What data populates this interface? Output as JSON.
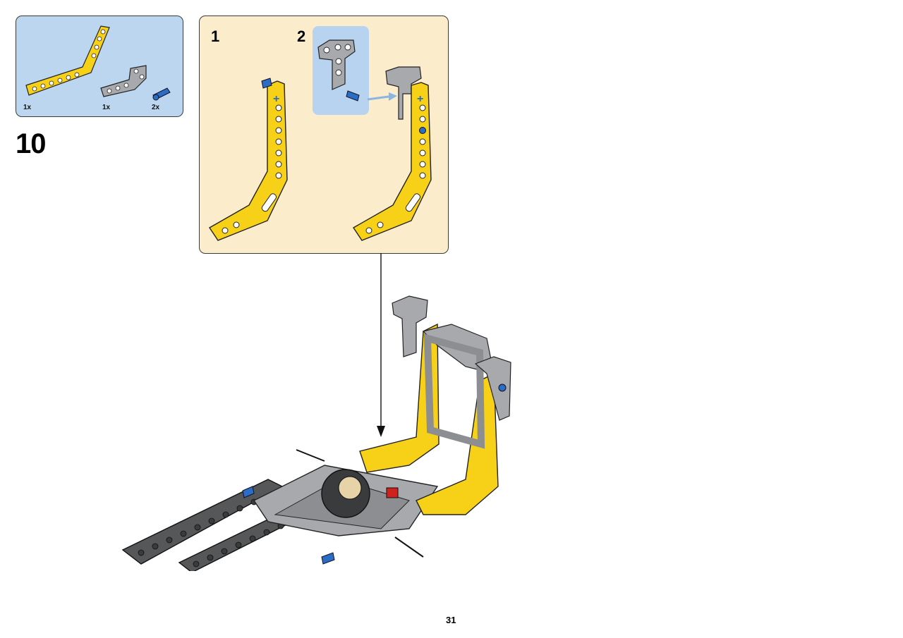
{
  "parts": [
    {
      "qty": "1x",
      "part": "yellow-bent-liftarm"
    },
    {
      "qty": "1x",
      "part": "gray-l-liftarm"
    },
    {
      "qty": "2x",
      "part": "blue-pin"
    }
  ],
  "step": "10",
  "substeps": [
    "1",
    "2"
  ],
  "page": "31",
  "colors": {
    "parts_bg": "#bcd6ef",
    "substep_bg": "#fbeccb",
    "highlight": "#b7d3f0",
    "yellow": "#f7d117",
    "gray": "#a7a9ac",
    "dark_gray": "#555759",
    "blue": "#2b6cc4",
    "red": "#d0211c"
  }
}
